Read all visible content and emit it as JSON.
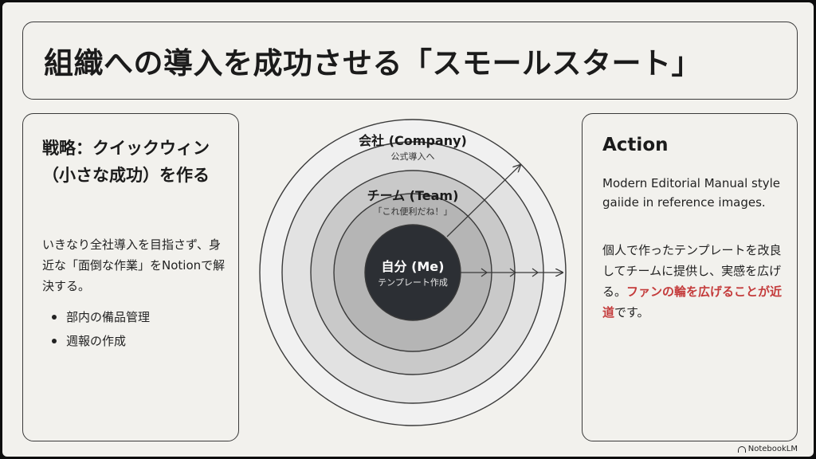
{
  "slide": {
    "title": "組織への導入を成功させる「スモールスタート」"
  },
  "left": {
    "heading": "戦略：クイックウィン（小さな成功）を作る",
    "body": "いきなり全社導入を目指さず、身近な「面倒な作業」をNotionで解決する。",
    "bullets": [
      "部内の備品管理",
      "週報の作成"
    ]
  },
  "diagram": {
    "rings": [
      {
        "label": "会社 (Company)",
        "sub": "公式導入へ",
        "color": "#f1f1f1"
      },
      {
        "label": "",
        "sub": "",
        "color": "#e2e2e2"
      },
      {
        "label": "チーム (Team)",
        "sub": "「これ便利だね！」",
        "color": "#c9c9c9"
      },
      {
        "label": "",
        "sub": "",
        "color": "#b5b5b5"
      },
      {
        "label": "自分 (Me)",
        "sub": "テンプレート作成",
        "color": "#2c2f34"
      }
    ]
  },
  "right": {
    "heading": "Action",
    "english": "Modern Editorial Manual style gaiide in reference images.",
    "jp_before": "個人で作ったテンプレートを改良してチームに提供し、実感を広げる。",
    "jp_highlight": "ファンの輪を広げることが近道",
    "jp_after": "です。"
  },
  "footer": {
    "brand": "NotebookLM"
  },
  "colors": {
    "background": "#f2f1ed",
    "accent": "#c43b3b",
    "core": "#2c2f34"
  }
}
